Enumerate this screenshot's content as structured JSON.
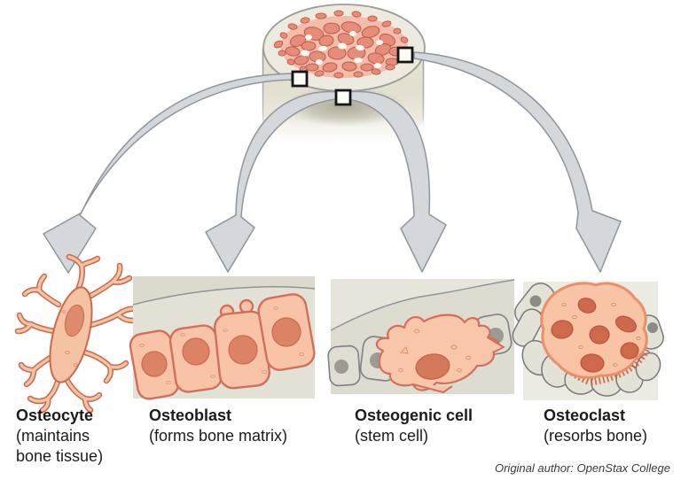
{
  "figure": {
    "subject": "Bone cell types diagram",
    "attribution": "Original author: OpenStax College"
  },
  "bone_section": {
    "description": "bone cross-section cylinder with spongy interior",
    "sample_marker_count": 3
  },
  "cells": [
    {
      "name": "Osteocyte",
      "description": "(maintains bone tissue)"
    },
    {
      "name": "Osteoblast",
      "description": "(forms bone matrix)"
    },
    {
      "name": "Osteogenic cell",
      "description": "(stem cell)"
    },
    {
      "name": "Osteoclast",
      "description": "(resorbs bone)"
    }
  ],
  "colors": {
    "cell_fill": "#f7c2a5",
    "cell_outline": "#cf6c50",
    "nucleus": "#dd8568",
    "arrow_fill": "#d4d8dc",
    "arrow_outline": "#8f959a",
    "bone_cream": "#edebdf",
    "panel_beige": "#e3e0d6",
    "spongy_salmon": "#e58d7a",
    "spongy_web": "#f3bcab"
  }
}
